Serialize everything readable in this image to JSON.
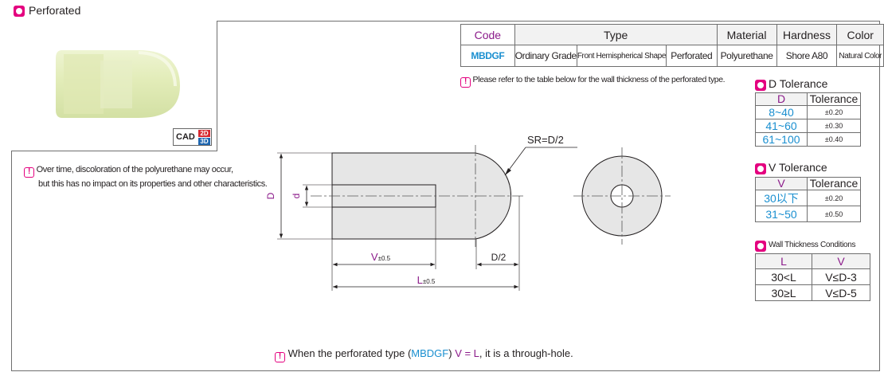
{
  "header": {
    "title": "Perforated"
  },
  "cad": {
    "label": "CAD",
    "badge_2d": "2D",
    "badge_3d": "3D"
  },
  "left_note": {
    "line1": "Over time, discoloration of the polyurethane may occur,",
    "line2": "but this has no impact on its properties and other characteristics."
  },
  "spec_table": {
    "headers": [
      "Code",
      "Type",
      "Material",
      "Hardness",
      "Color"
    ],
    "code": "MBDGF",
    "type_1": "Ordinary Grade",
    "type_2": "Front Hemispherical Shape",
    "type_3": "Perforated",
    "material": "Polyurethane",
    "hardness": "Shore A80",
    "color": "Natural Color"
  },
  "wall_note": "Please refer to the table below for the wall thickness of the perforated type.",
  "d_tolerance": {
    "title": "D Tolerance",
    "col1": "D",
    "col2": "Tolerance",
    "rows": [
      {
        "range": "8~40",
        "tol": "±0.20"
      },
      {
        "range": "41~60",
        "tol": "±0.30"
      },
      {
        "range": "61~100",
        "tol": "±0.40"
      }
    ]
  },
  "v_tolerance": {
    "title": "V Tolerance",
    "col1": "V",
    "col2": "Tolerance",
    "rows": [
      {
        "range": "30以下",
        "tol": "±0.20"
      },
      {
        "range": "31~50",
        "tol": "±0.50"
      }
    ]
  },
  "wall_conditions": {
    "title": "Wall Thickness Conditions",
    "col1": "L",
    "col2": "V",
    "rows": [
      {
        "l": "30<L",
        "v": "V≤D-3"
      },
      {
        "l": "30≥L",
        "v": "V≤D-5"
      }
    ]
  },
  "drawing": {
    "sr_label": "SR=D/2",
    "d_label": "D",
    "small_d_label": "d",
    "v_label": "V",
    "v_tol": "±0.5",
    "l_label": "L",
    "l_tol": "±0.5",
    "half_d_label": "D/2"
  },
  "bottom_note": {
    "pre": "When the perforated type (",
    "code": "MBDGF",
    "mid": ") ",
    "eq": "V = L",
    "post": ", it is a through-hole."
  },
  "colors": {
    "accent_magenta": "#e4007f",
    "label_purple": "#8b1a8a",
    "code_blue": "#1a8fd0",
    "part_fill": "#e6e6e6"
  }
}
